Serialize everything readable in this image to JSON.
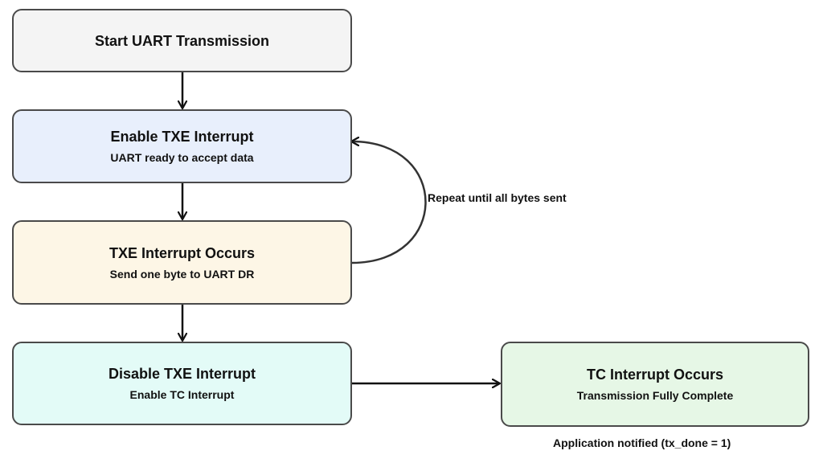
{
  "nodes": {
    "start": {
      "title": "Start UART Transmission"
    },
    "enable_txe": {
      "title": "Enable TXE Interrupt",
      "subtitle": "UART ready to accept data"
    },
    "txe_occurs": {
      "title": "TXE Interrupt Occurs",
      "subtitle": "Send one byte to UART DR"
    },
    "disable_txe": {
      "title": "Disable TXE Interrupt",
      "subtitle": "Enable TC Interrupt"
    },
    "tc_occurs": {
      "title": "TC Interrupt Occurs",
      "subtitle": "Transmission Fully Complete"
    }
  },
  "labels": {
    "repeat": "Repeat until all bytes sent",
    "notified": "Application notified (tx_done = 1)"
  },
  "colors": {
    "start_fill": "#f4f4f4",
    "enable_txe_fill": "#e8effc",
    "txe_occurs_fill": "#fdf6e6",
    "disable_txe_fill": "#e3fbf7",
    "tc_occurs_fill": "#e6f7e6",
    "border": "#4a4a4a",
    "arrow": "#111111"
  }
}
